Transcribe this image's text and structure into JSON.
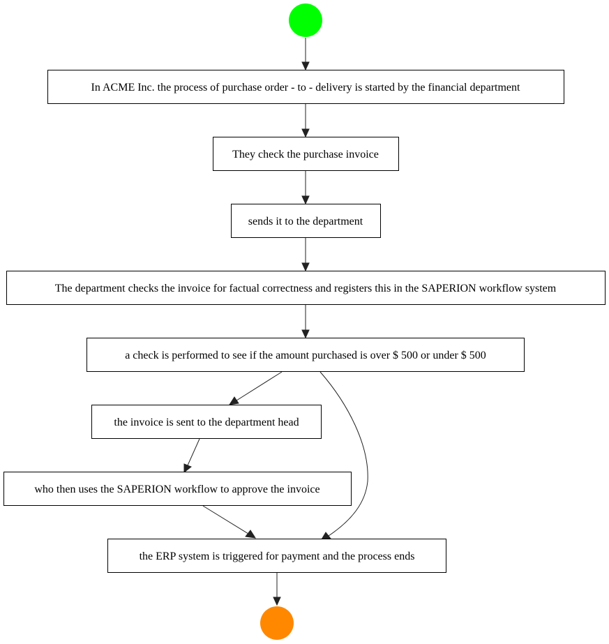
{
  "diagram": {
    "start": {
      "color": "#00ff00"
    },
    "end": {
      "color": "#ff8800"
    },
    "steps": [
      {
        "id": "s1",
        "label": "In ACME Inc. the process of purchase order - to - delivery is started by the financial department"
      },
      {
        "id": "s2",
        "label": "They check the purchase invoice"
      },
      {
        "id": "s3",
        "label": "sends it to the department"
      },
      {
        "id": "s4",
        "label": "The department checks the invoice for factual correctness and registers this in the SAPERION workflow system"
      },
      {
        "id": "s5",
        "label": "a check is performed to see if the amount purchased is over $ 500 or under $ 500"
      },
      {
        "id": "s6",
        "label": "the invoice is sent to the department head"
      },
      {
        "id": "s7",
        "label": "who then uses the SAPERION workflow to approve the invoice"
      },
      {
        "id": "s8",
        "label": "the ERP system is triggered for payment and the process ends"
      }
    ],
    "edges": [
      {
        "from": "start",
        "to": "s1"
      },
      {
        "from": "s1",
        "to": "s2"
      },
      {
        "from": "s2",
        "to": "s3"
      },
      {
        "from": "s3",
        "to": "s4"
      },
      {
        "from": "s4",
        "to": "s5"
      },
      {
        "from": "s5",
        "to": "s6"
      },
      {
        "from": "s6",
        "to": "s7"
      },
      {
        "from": "s7",
        "to": "s8"
      },
      {
        "from": "s5",
        "to": "s8"
      },
      {
        "from": "s8",
        "to": "end"
      }
    ]
  }
}
